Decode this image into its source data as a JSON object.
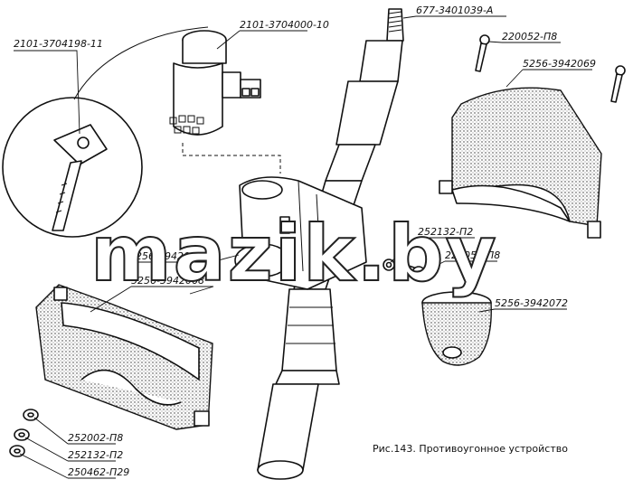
{
  "callouts": [
    {
      "id": "key",
      "text": "2101-3704198-11"
    },
    {
      "id": "ignition_switch",
      "text": "2101-3704000-10"
    },
    {
      "id": "shaft_top",
      "text": "677-3401039-A"
    },
    {
      "id": "screw_top",
      "text": "220052-П8"
    },
    {
      "id": "upper_cover",
      "text": "5256-3942069"
    },
    {
      "id": "washer_mid",
      "text": "252132-П2"
    },
    {
      "id": "screw_mid",
      "text": "220050-П8"
    },
    {
      "id": "boot",
      "text": "5256-3942072"
    },
    {
      "id": "lock_body",
      "text": "5256-3942044"
    },
    {
      "id": "lower_cover",
      "text": "5256-3942068"
    },
    {
      "id": "nut",
      "text": "252002-П8"
    },
    {
      "id": "washer_low",
      "text": "252132-П2"
    },
    {
      "id": "washer_spring",
      "text": "250462-П29"
    }
  ],
  "caption": "Рис.143. Противоугонное устройство",
  "watermark": "mazik.by"
}
